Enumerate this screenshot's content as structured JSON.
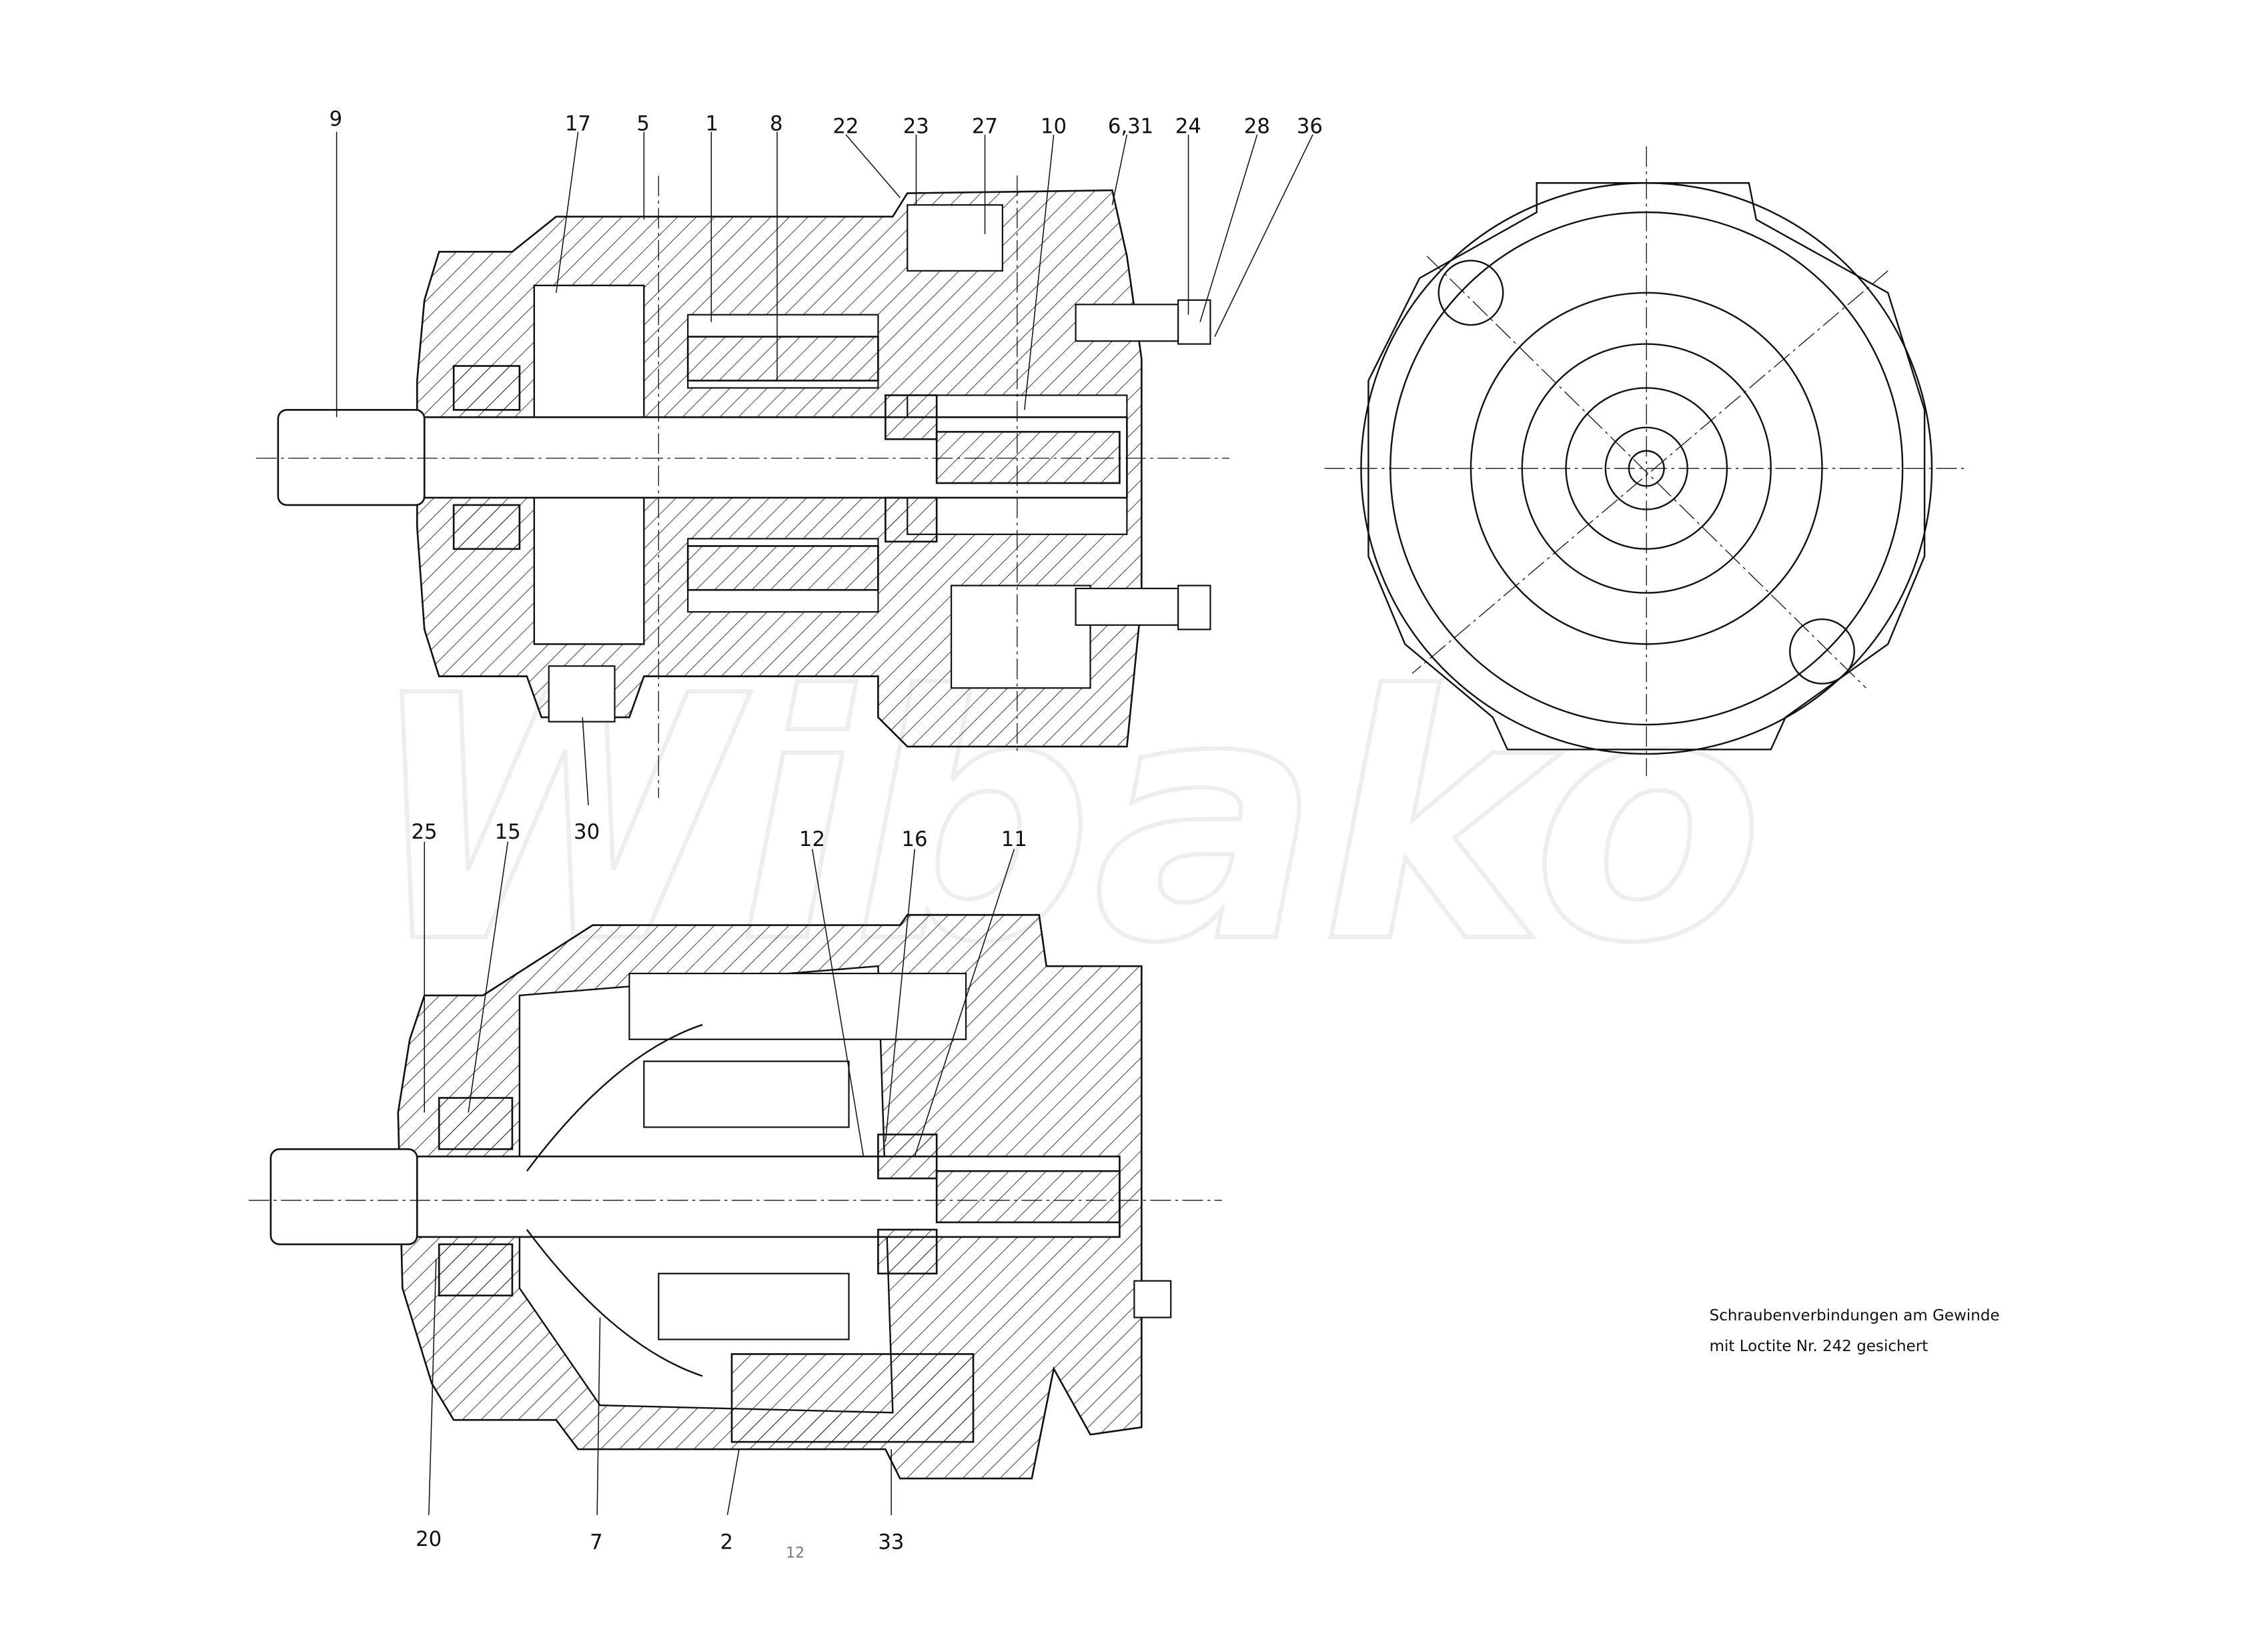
{
  "drawing": {
    "watermark": "Wibako",
    "top_view_labels": [
      "9",
      "17",
      "5",
      "1",
      "8",
      "22",
      "23",
      "27",
      "10",
      "6,31",
      "24",
      "28",
      "36",
      "30"
    ],
    "bottom_view_labels_top": [
      "25",
      "15",
      "12",
      "16",
      "11"
    ],
    "bottom_view_labels_bottom": [
      "20",
      "7",
      "2",
      "33"
    ],
    "page_mark": "12",
    "note": {
      "line1": "Schraubenverbindungen am Gewinde",
      "line2": "mit Loctite Nr. 242 gesichert"
    }
  }
}
